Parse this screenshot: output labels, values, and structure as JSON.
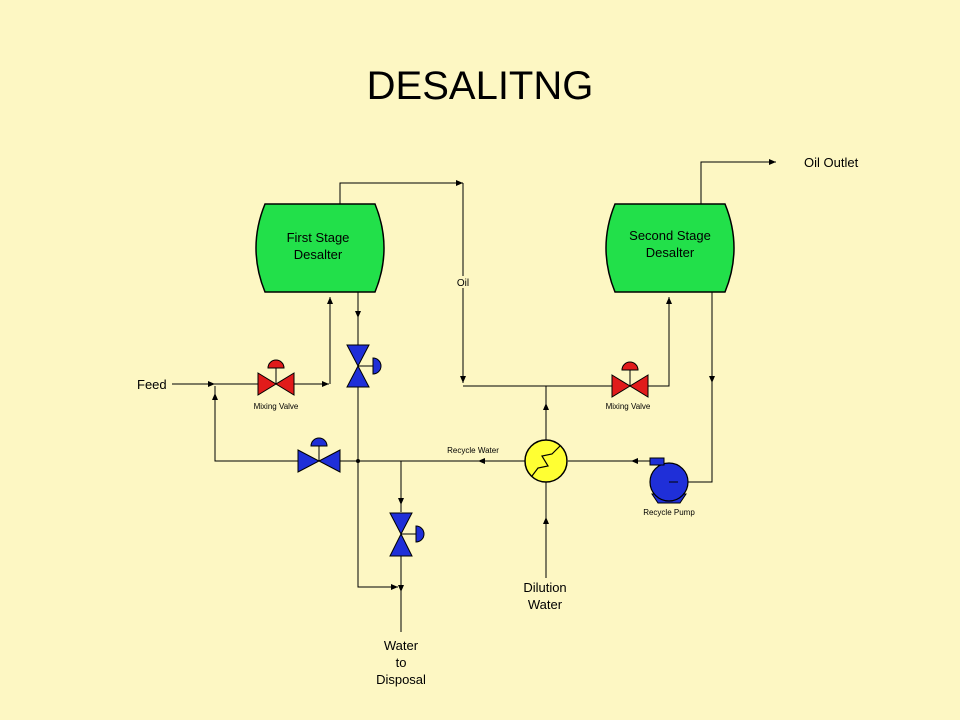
{
  "title": "DESALITNG",
  "colors": {
    "background": "#fdf7c3",
    "vessel": "#22e04a",
    "mixing_valve": "#e11b1b",
    "valve": "#1f2fd8",
    "heat_exchanger": "#ffff33",
    "pump": "#1f2fd8"
  },
  "labels": {
    "first_stage_line1": "First Stage",
    "first_stage_line2": "Desalter",
    "second_stage_line1": "Second Stage",
    "second_stage_line2": "Desalter",
    "oil": "Oil",
    "oil_outlet": "Oil Outlet",
    "feed": "Feed",
    "mixing_valve_left": "Mixing Valve",
    "mixing_valve_right": "Mixing Valve",
    "recycle_water": "Recycle Water",
    "recycle_pump": "Recycle Pump",
    "dilution_line1": "Dilution",
    "dilution_line2": "Water",
    "disposal_line1": "Water",
    "disposal_line2": "to",
    "disposal_line3": "Disposal"
  }
}
